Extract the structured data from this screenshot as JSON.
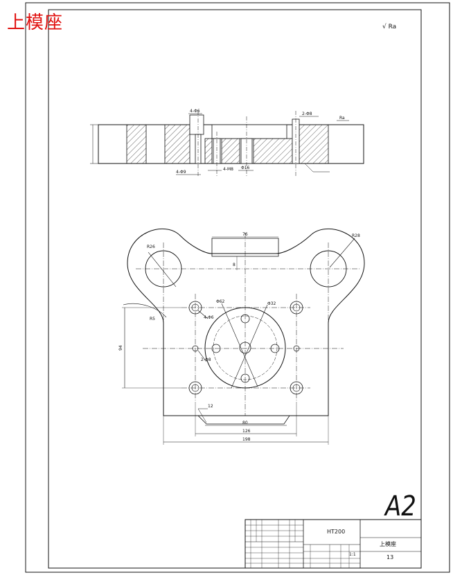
{
  "title_red": "上模座",
  "sheet_size": "A2",
  "roughness_note": "√ Ra",
  "title_block": {
    "material": "HT200",
    "part_name": "上模座",
    "scale": "1:1",
    "sheet_number": "13"
  },
  "annotations": {
    "section": {
      "holes_top": "4-Φ6",
      "pin_holes": "2-Φ8",
      "bottom_left": "4-Φ9",
      "bottom_mid": "4-M8",
      "bottom_right": "Φ16",
      "depth_note": "Ra"
    },
    "plan": {
      "r_left": "R26",
      "r_right": "R28",
      "top_width": "76",
      "top_depth": "8",
      "r_inner": "R5",
      "bolt_holes": "4-Φ6",
      "pin_holes": "2-Φ8",
      "bolt_circle": "Φ62",
      "center_circle": "Φ32",
      "height_dim": "94",
      "slot_label": "12",
      "dim_inner": "80",
      "dim_mid": "126",
      "dim_outer": "198"
    }
  },
  "colors": {
    "title_red": "#e1110f",
    "line": "#111111",
    "hatch": "#333333"
  }
}
